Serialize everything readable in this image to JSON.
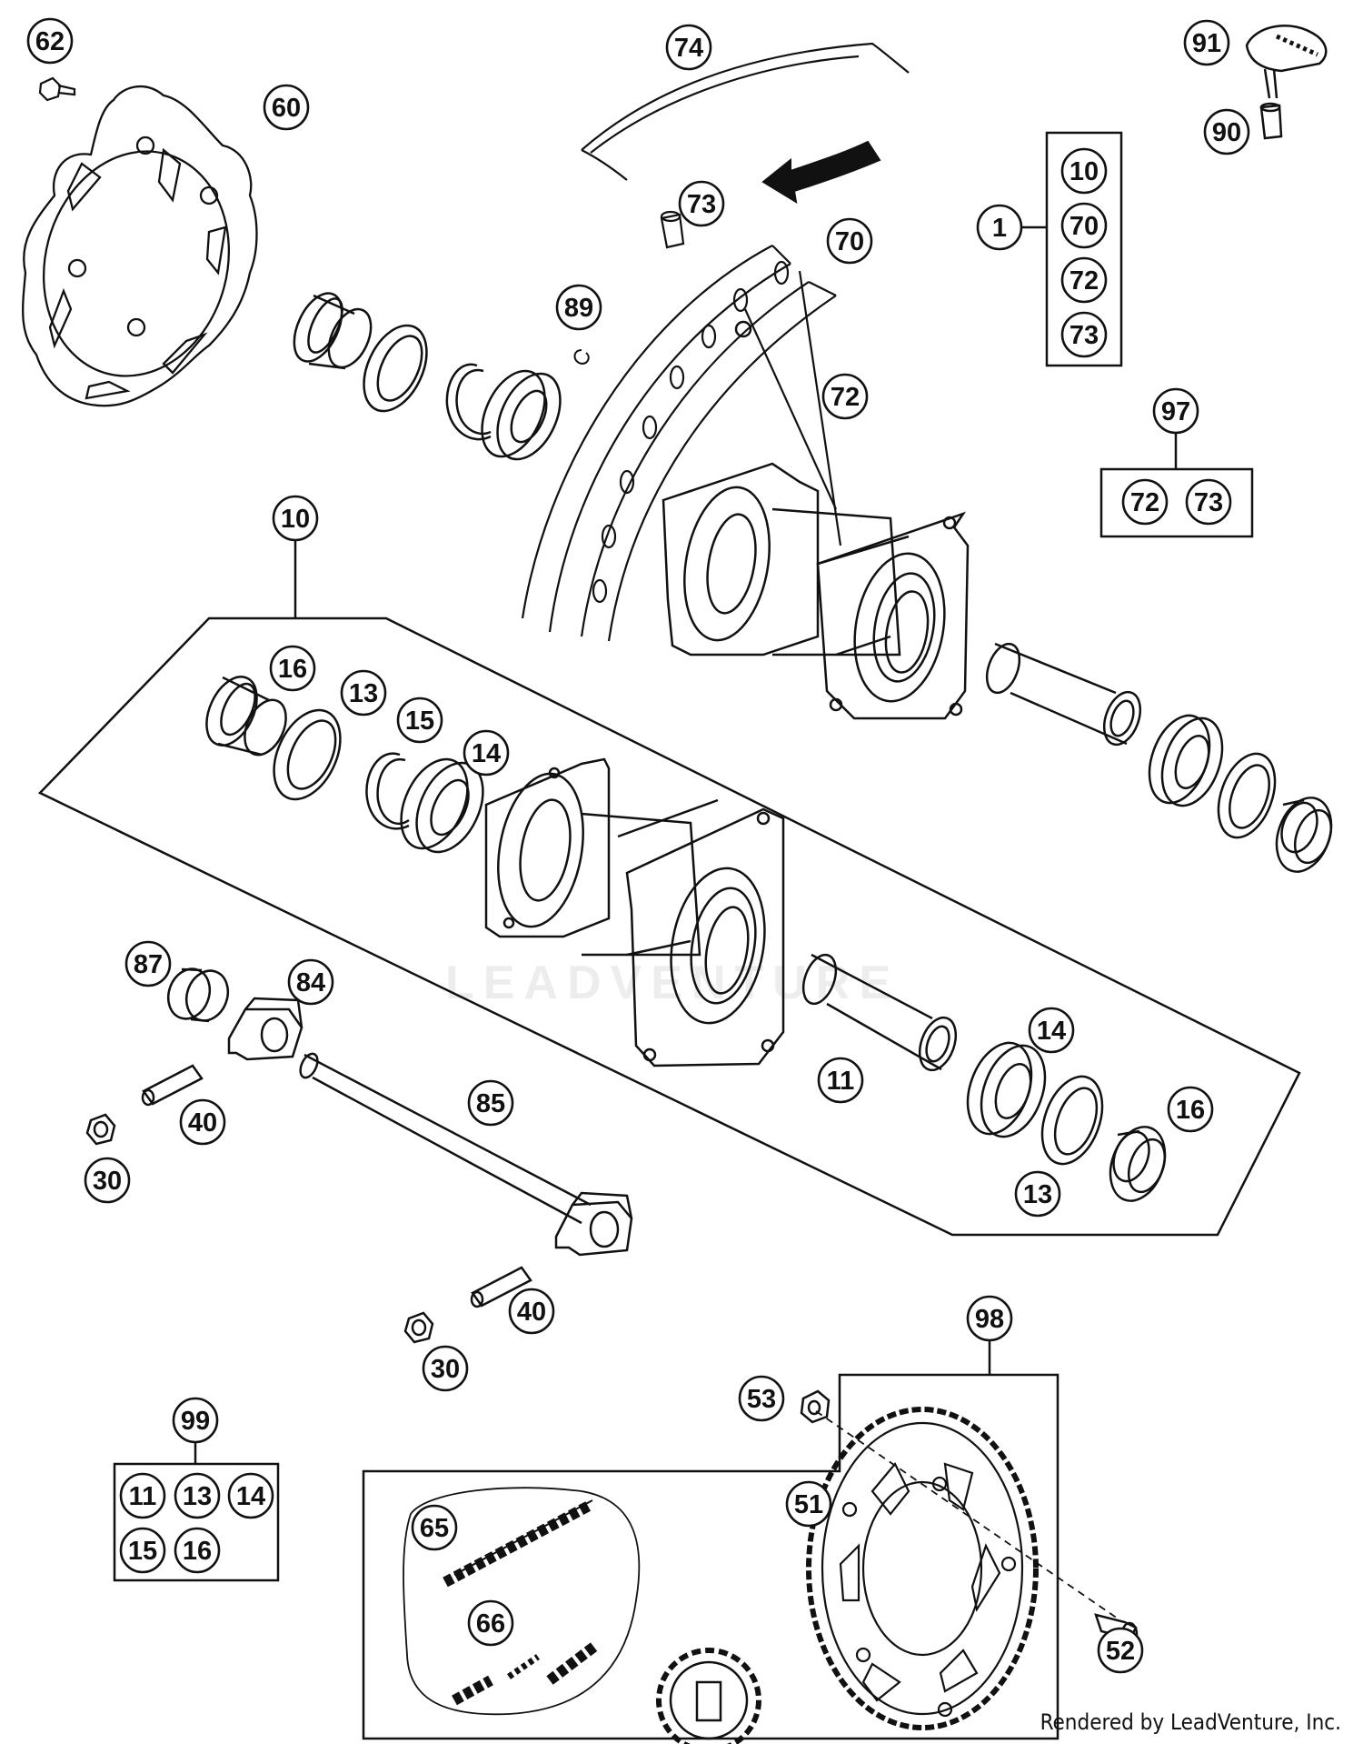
{
  "callouts": [
    "62",
    "60",
    "74",
    "73",
    "70",
    "89",
    "72",
    "91",
    "90",
    "1",
    "10",
    "70",
    "72",
    "73",
    "97",
    "72",
    "73",
    "10",
    "16",
    "13",
    "15",
    "14",
    "11",
    "14",
    "13",
    "16",
    "87",
    "84",
    "40",
    "30",
    "85",
    "40",
    "30",
    "98",
    "53",
    "51",
    "52",
    "65",
    "66",
    "99",
    "11",
    "13",
    "14",
    "15",
    "16"
  ],
  "credit": "Rendered by LeadVenture, Inc.",
  "watermark": "LEADVENTURE",
  "colors": {
    "line": "#111111",
    "background": "#ffffff",
    "watermark": "#ededed"
  }
}
